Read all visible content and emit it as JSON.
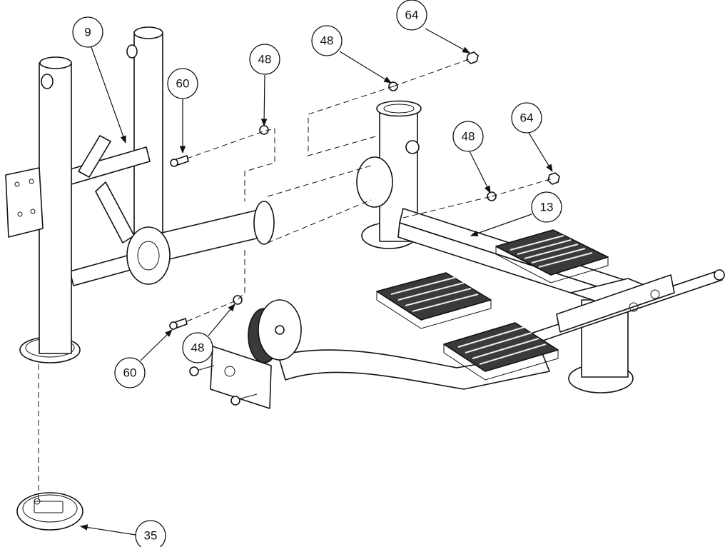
{
  "callouts": [
    {
      "id": "c9",
      "label": "9"
    },
    {
      "id": "c60a",
      "label": "60"
    },
    {
      "id": "c48a",
      "label": "48"
    },
    {
      "id": "c48b",
      "label": "48"
    },
    {
      "id": "c64a",
      "label": "64"
    },
    {
      "id": "c64b",
      "label": "64"
    },
    {
      "id": "c48c",
      "label": "48"
    },
    {
      "id": "c13",
      "label": "13"
    },
    {
      "id": "c60b",
      "label": "60"
    },
    {
      "id": "c48d",
      "label": "48"
    },
    {
      "id": "c35",
      "label": "35"
    }
  ]
}
